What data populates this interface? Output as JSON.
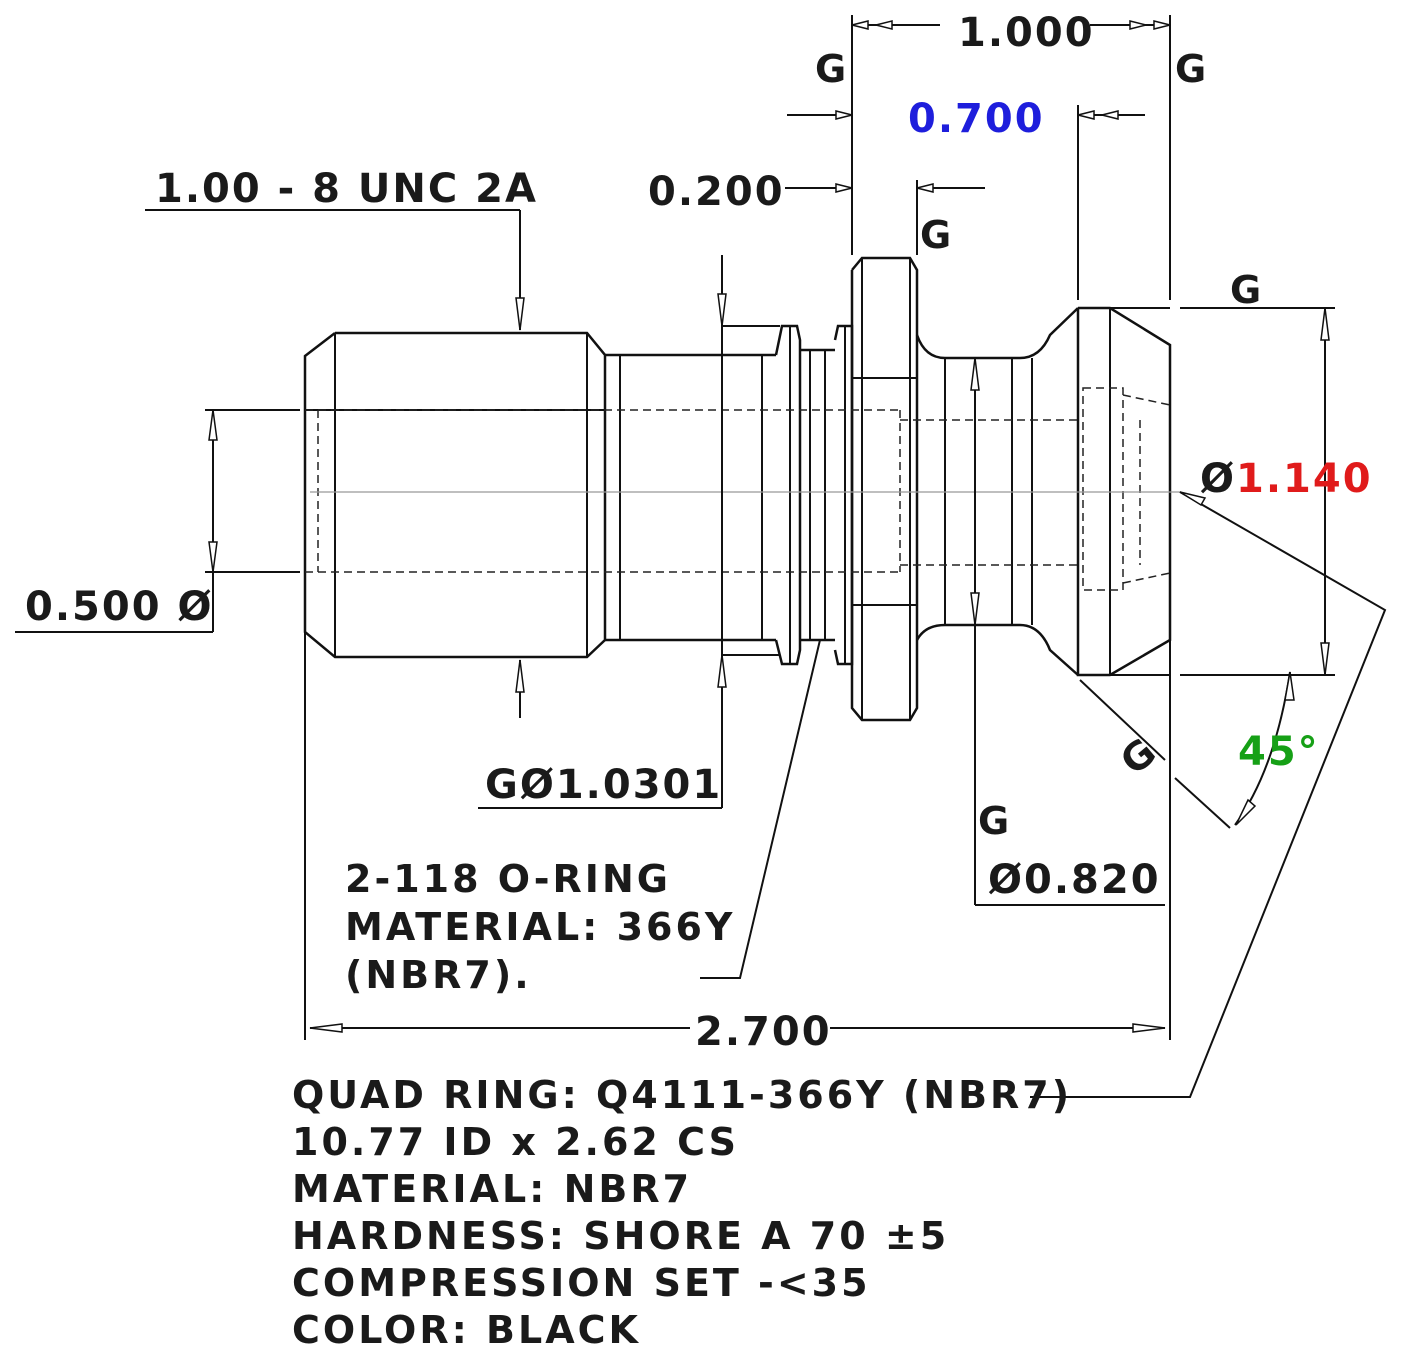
{
  "colors": {
    "ink": "#111111",
    "dim_0700": "#1e1edc",
    "dim_1140": "#e01b1b",
    "dim_45": "#16a016"
  },
  "dimensions": {
    "overall_top": "1.000",
    "bore_top": "0.700",
    "flange": "0.200",
    "thread_spec": "1.00 - 8 UNC 2A",
    "bore_dia": "0.500 Ø",
    "head_dia_symbol": "Ø",
    "head_dia_value": "1.140",
    "groove_dia": "GØ1.0301",
    "neck_dia": "Ø0.820",
    "overall_length": "2.700",
    "angle": "45°"
  },
  "gdt_symbols": [
    "G",
    "G",
    "G",
    "G",
    "G",
    "G"
  ],
  "notes": {
    "oring": [
      "2-118 O-RING",
      "MATERIAL: 366Y",
      "(NBR7)."
    ],
    "quad_ring": [
      "QUAD RING: Q4111-366Y (NBR7)",
      "10.77 ID x 2.62 CS",
      "MATERIAL: NBR7",
      "HARDNESS: SHORE A 70 ±5",
      "COMPRESSION SET -<35",
      "COLOR: BLACK"
    ]
  }
}
